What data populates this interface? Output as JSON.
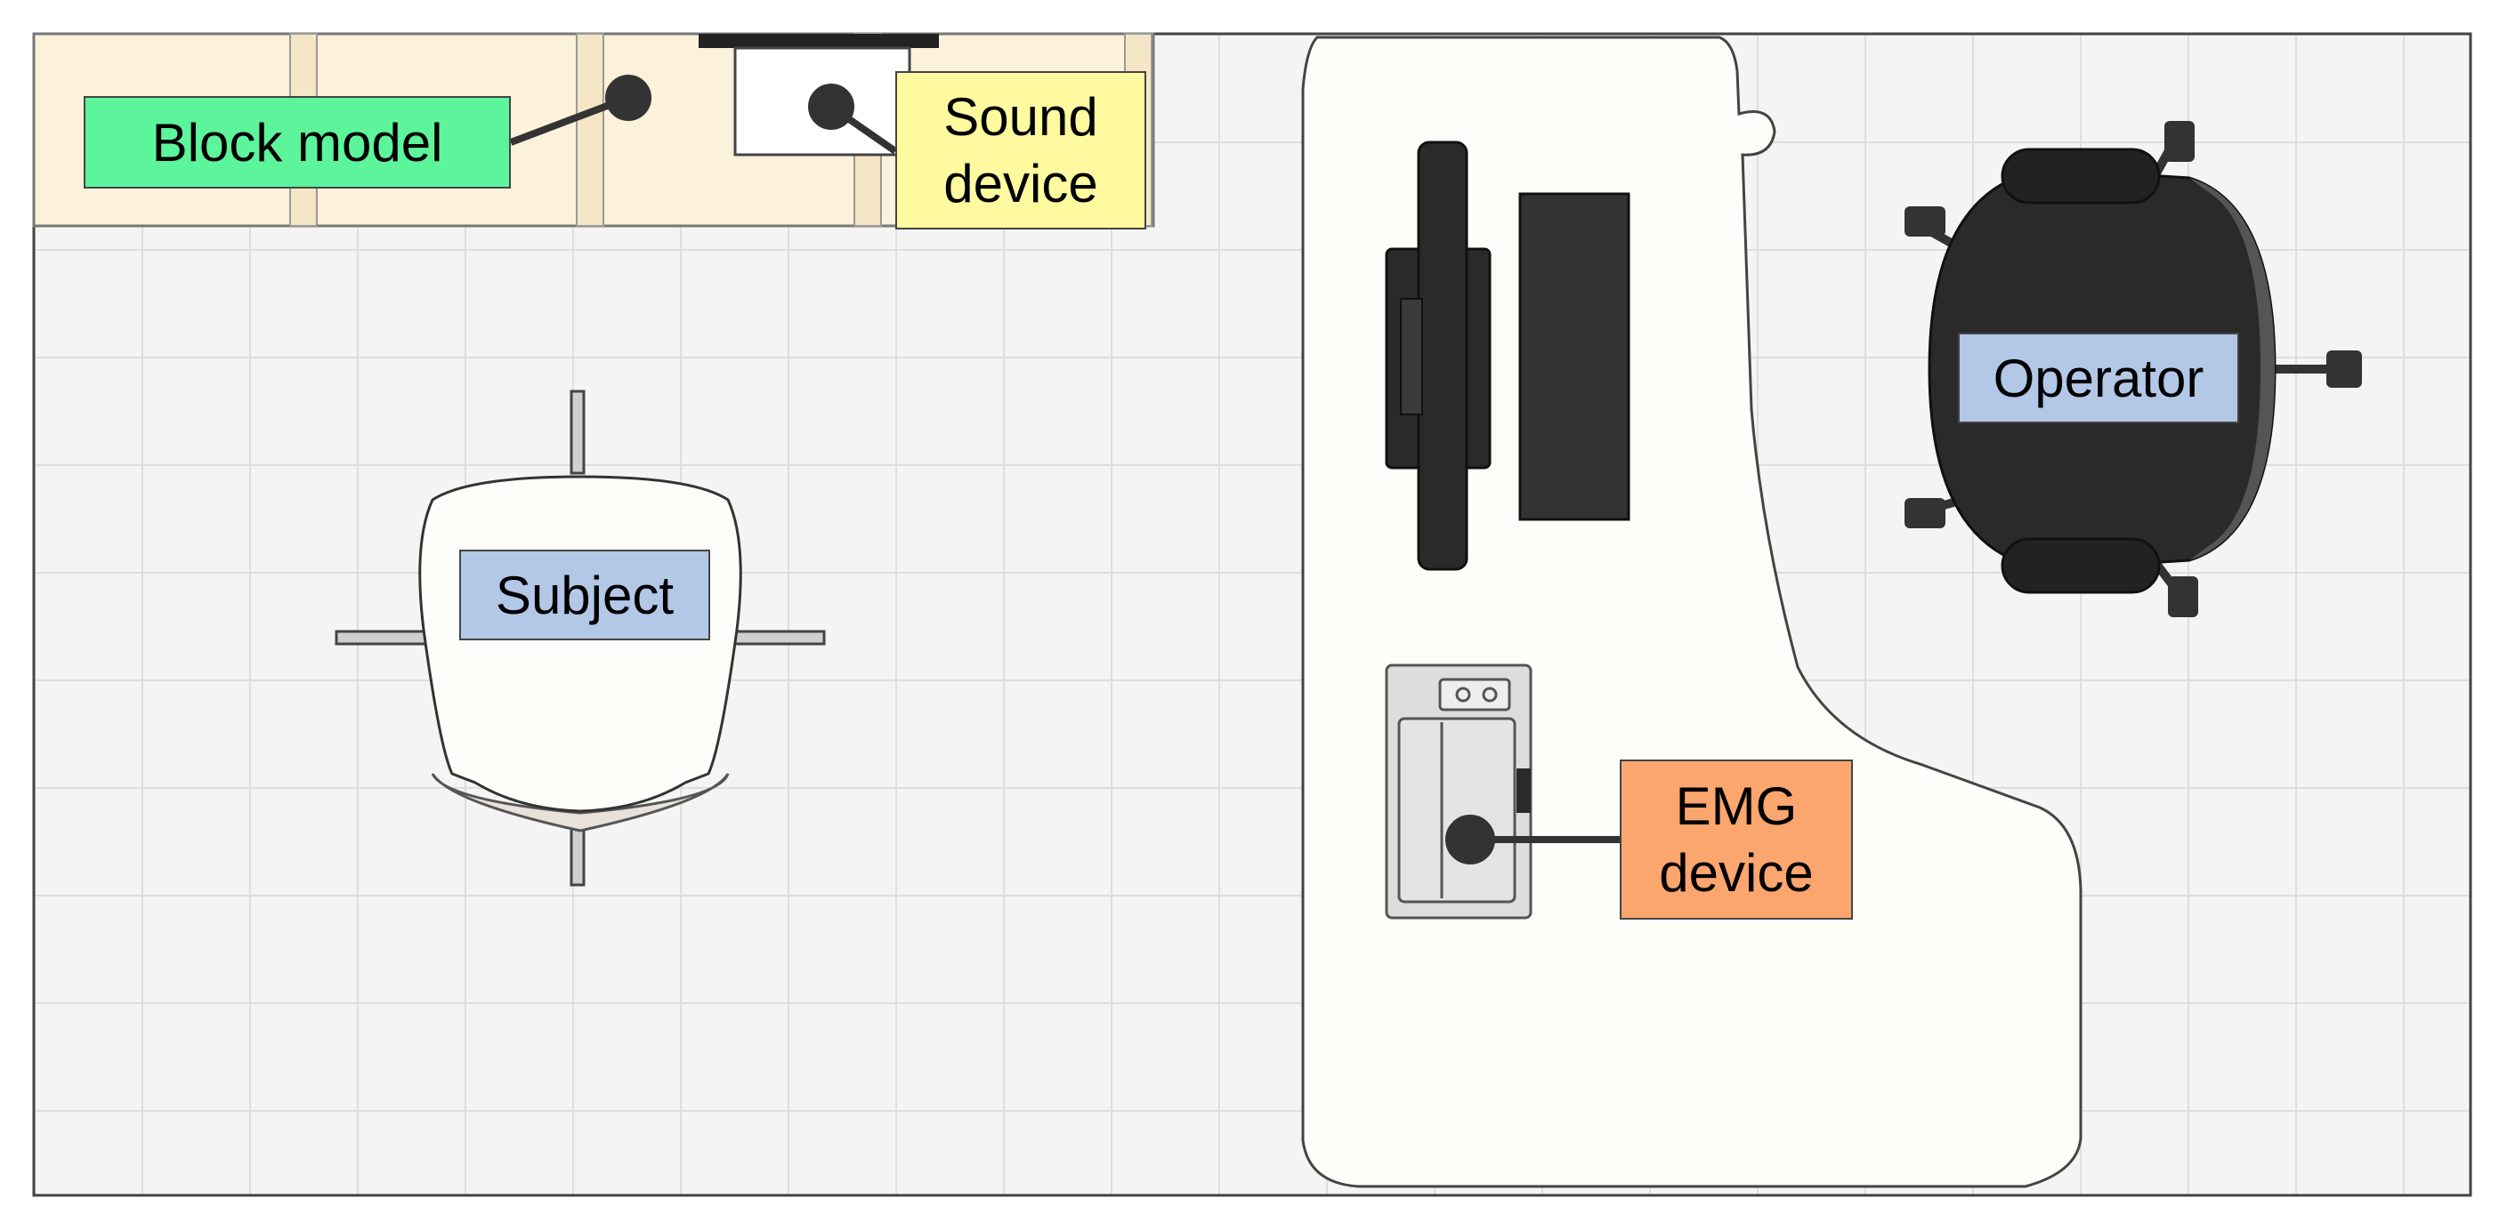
{
  "labels": {
    "block_model": "Block model",
    "sound_device": "Sound\ndevice",
    "subject": "Subject",
    "operator": "Operator",
    "emg_device": "EMG\ndevice"
  },
  "colors": {
    "block_model": "#5cf59b",
    "sound_device": "#fffaa0",
    "subject": "#b3c7e6",
    "operator": "#b3c7e6",
    "emg_device": "#fba56f",
    "floor": "#f4f4f4",
    "grid": "#dedede",
    "shelf": "#fcf1da",
    "furniture": "#fdfdfa",
    "dark": "#2a2a2a"
  }
}
